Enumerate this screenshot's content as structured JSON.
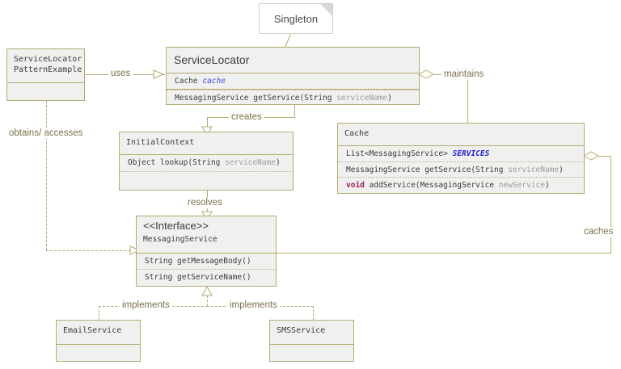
{
  "diagram": {
    "title": "Service Locator Pattern UML Class Diagram",
    "accent_color": "#b5ab72",
    "box_fill": "#f0f0ef",
    "label_color": "#7a7148",
    "note_fill": "#ffffff"
  },
  "note": {
    "text": "Singleton"
  },
  "classes": {
    "service_locator_pattern_example": {
      "name_line1": "ServiceLocator",
      "name_line2": "PatternExample",
      "members": [
        ""
      ]
    },
    "service_locator": {
      "name": "ServiceLocator",
      "fields": [
        {
          "type": "Cache",
          "name": "cache",
          "style": "field"
        }
      ],
      "methods": [
        {
          "ret": "MessagingService",
          "sig": "getService(String ",
          "param": "serviceName",
          "close": ")"
        }
      ]
    },
    "initial_context": {
      "name": "InitialContext",
      "methods": [
        {
          "ret": "Object",
          "sig": " lookup(String ",
          "param": "serviceName",
          "close": ")"
        }
      ],
      "empty_section": ""
    },
    "cache": {
      "name": "Cache",
      "fields": [
        {
          "type": "List<MessagingService>",
          "name": "SERVICES",
          "style": "static"
        }
      ],
      "methods": [
        {
          "ret": "MessagingService",
          "sig": " getService(String ",
          "param": "serviceName",
          "close": ")"
        },
        {
          "ret": "void",
          "sig": " addService(MessagingService ",
          "param": "newService",
          "close": ")"
        }
      ]
    },
    "messaging_service": {
      "stereotype": "<<Interface>>",
      "name": "MessagingService",
      "methods": [
        {
          "ret": "String",
          "sig": " getMessageBody()"
        },
        {
          "ret": "String",
          "sig": " getServiceName()"
        }
      ]
    },
    "email_service": {
      "name": "EmailService",
      "members": [
        ""
      ]
    },
    "sms_service": {
      "name": "SMSService",
      "members": [
        ""
      ]
    }
  },
  "relations": {
    "uses": "uses",
    "maintains": "maintains",
    "creates": "creates",
    "resolves": "resolves",
    "caches": "caches",
    "obtains_accesses": "obtains/ accesses",
    "implements_left": "implements",
    "implements_right": "implements"
  }
}
